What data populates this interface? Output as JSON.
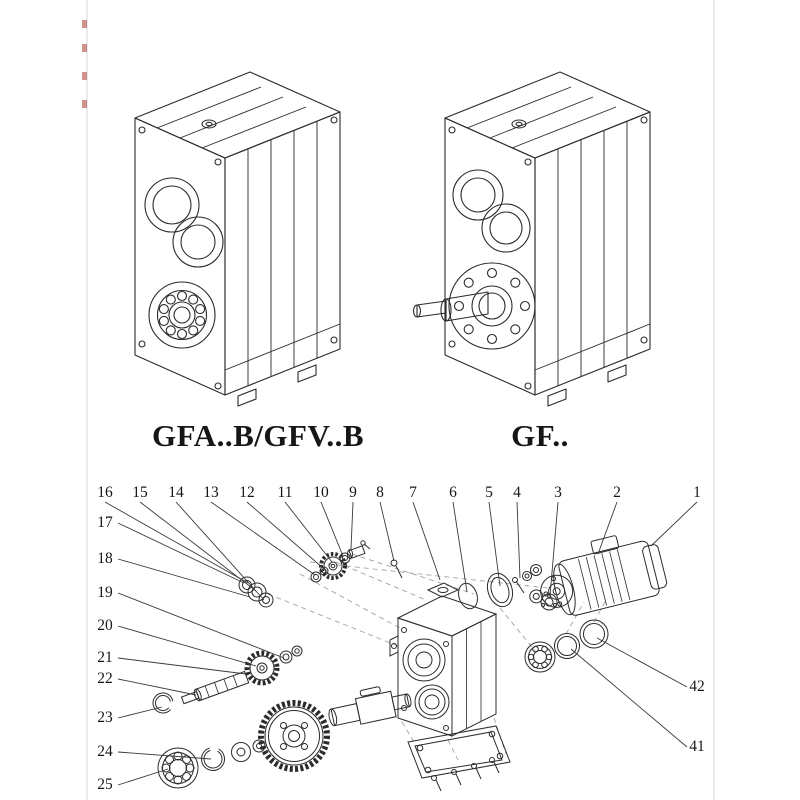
{
  "page": {
    "background": "#ffffff",
    "line_color": "#2b2b2b",
    "leader_color": "#3a3a3a",
    "red_mark_color": "#b03a2e"
  },
  "models": {
    "left": "GFA..B/GFV..B",
    "right": "GF.."
  },
  "callouts": {
    "top_row": [
      "16",
      "15",
      "14",
      "13",
      "12",
      "11",
      "10",
      "9",
      "8",
      "7",
      "6",
      "5",
      "4",
      "3",
      "2",
      "1"
    ],
    "left_column": [
      "17",
      "18",
      "19",
      "20",
      "21",
      "22",
      "23",
      "24",
      "25"
    ],
    "right_column": [
      "42",
      "41"
    ]
  }
}
